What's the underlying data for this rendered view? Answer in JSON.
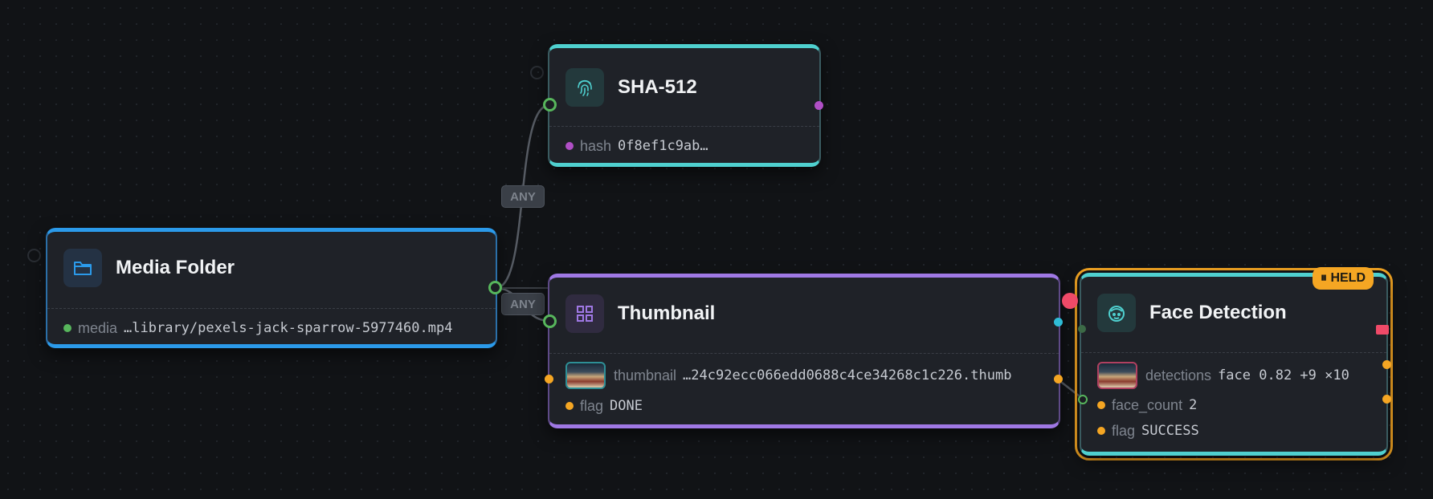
{
  "nodes": {
    "media_folder": {
      "title": "Media Folder",
      "icon": "folder-icon",
      "rows": [
        {
          "key": "media",
          "value": "…library/pexels-jack-sparrow-5977460.mp4"
        }
      ]
    },
    "sha512": {
      "title": "SHA-512",
      "icon": "fingerprint-icon",
      "rows": [
        {
          "key": "hash",
          "value": "0f8ef1c9ab…"
        }
      ]
    },
    "thumbnail": {
      "title": "Thumbnail",
      "icon": "grid-icon",
      "rows": [
        {
          "key": "thumbnail",
          "value": "…24c92ecc066edd0688c4ce34268c1c226.thumb"
        },
        {
          "key": "flag",
          "value": "DONE"
        }
      ]
    },
    "face_detection": {
      "title": "Face Detection",
      "icon": "face-icon",
      "held_label": "⏸ HELD",
      "rows": [
        {
          "key": "detections",
          "value": "face 0.82 +9 ×10"
        },
        {
          "key": "face_count",
          "value": "2"
        },
        {
          "key": "flag",
          "value": "SUCCESS"
        }
      ]
    }
  },
  "edges": [
    {
      "label": "ANY"
    },
    {
      "label": "ANY"
    }
  ],
  "colors": {
    "blue": "#2b9aea",
    "teal": "#4fd0cf",
    "purple": "#9f78e4",
    "orange": "#f5a623",
    "green": "#57b65c",
    "magenta": "#b04fc6",
    "red": "#ef4a68"
  }
}
